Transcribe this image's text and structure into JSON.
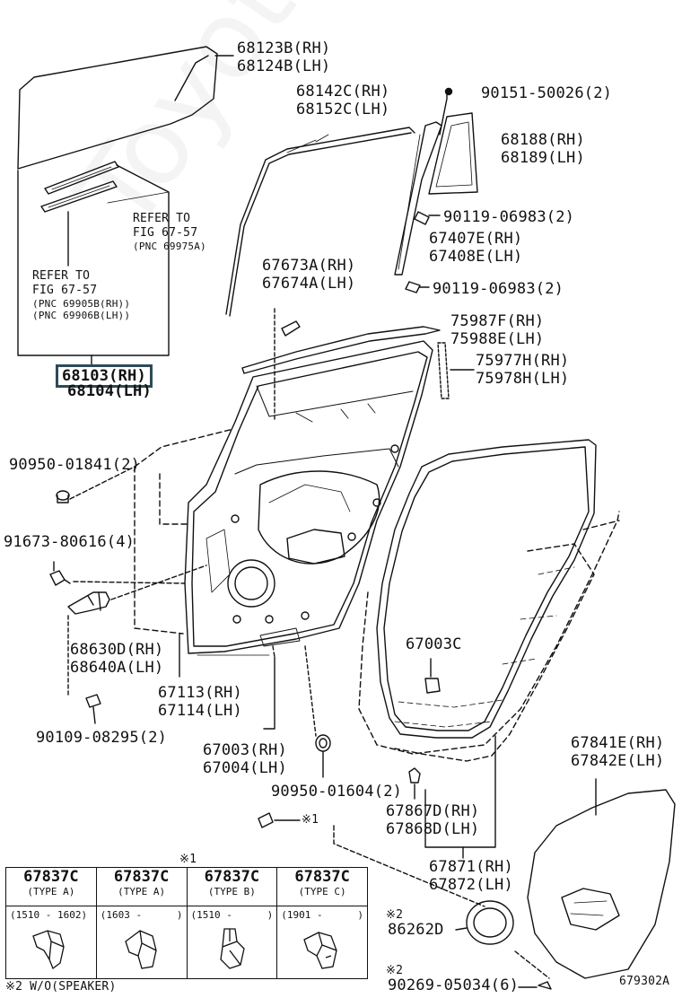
{
  "labels": {
    "l68123": [
      "68123B(RH)",
      "68124B(LH)"
    ],
    "l68142": [
      "68142C(RH)",
      "68152C(LH)"
    ],
    "l90151": "90151-50026(2)",
    "l68188": [
      "68188(RH)",
      "68189(LH)"
    ],
    "l90119a": "90119-06983(2)",
    "l67407": [
      "67407E(RH)",
      "67408E(LH)"
    ],
    "l90119b": "90119-06983(2)",
    "l67673": [
      "67673A(RH)",
      "67674A(LH)"
    ],
    "l75987": [
      "75987F(RH)",
      "75988E(LH)"
    ],
    "l75977": [
      "75977H(RH)",
      "75978H(LH)"
    ],
    "l68103": [
      "68103(RH)",
      "68104(LH)"
    ],
    "l90950a": "90950-01841(2)",
    "l91673": "91673-80616(4)",
    "l68630": [
      "68630D(RH)",
      "68640A(LH)"
    ],
    "l67003c": "67003C",
    "l67113": [
      "67113(RH)",
      "67114(LH)"
    ],
    "l90109": "90109-08295(2)",
    "l67003": [
      "67003(RH)",
      "67004(LH)"
    ],
    "l90950b": "90950-01604(2)",
    "l67867": [
      "67867D(RH)",
      "67868D(LH)"
    ],
    "l67841": [
      "67841E(RH)",
      "67842E(LH)"
    ],
    "l67871": [
      "67871(RH)",
      "67872(LH)"
    ],
    "l86262": "86262D",
    "l90269": "90269-05034(6)",
    "ref1": [
      "REFER TO",
      "FIG 67-57",
      "(PNC 69975A)"
    ],
    "ref2": [
      "REFER TO",
      "FIG 67-57",
      "(PNC 69905B(RH))",
      "(PNC 69906B(LH))"
    ],
    "note1_mark": "※1",
    "note1_callout": "※1",
    "note2_mark_a": "※2",
    "note2_mark_b": "※2",
    "footnote": "※2 W/O(SPEAKER)",
    "figure_id": "679302A",
    "watermark": "Toyota-Parts.ru"
  },
  "clip_table": {
    "header_mark": "※1",
    "columns": [
      {
        "pn": "67837C",
        "type": "(TYPE A)",
        "range": [
          "(1510 - 1602)"
        ]
      },
      {
        "pn": "67837C",
        "type": "(TYPE A)",
        "range": [
          "(1603 -",
          ")"
        ]
      },
      {
        "pn": "67837C",
        "type": "(TYPE B)",
        "range": [
          "(1510 -",
          ")"
        ]
      },
      {
        "pn": "67837C",
        "type": "(TYPE C)",
        "range": [
          "(1901 -",
          ")"
        ]
      }
    ]
  }
}
